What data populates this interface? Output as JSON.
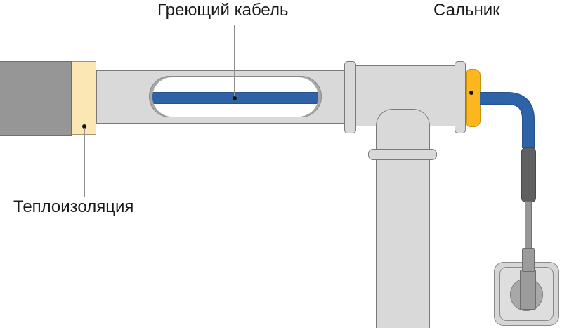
{
  "labels": {
    "heating_cable": "Греющий кабель",
    "gland": "Сальник",
    "insulation": "Теплоизоляция"
  },
  "colors": {
    "pipe_fill": "#d9d9d9",
    "pipe_stroke": "#7a7a7a",
    "insulation_outer_gray": "#969696",
    "insulation_inner_cream": "#fbe7b3",
    "gland_orange": "#fcb61e",
    "heating_cable_blue": "#2f63a8",
    "cable_sleeve_dark": "#5e6062",
    "label_text": "#1b1b1b",
    "leader_line": "#8f8f8f",
    "background": "#ffffff"
  }
}
